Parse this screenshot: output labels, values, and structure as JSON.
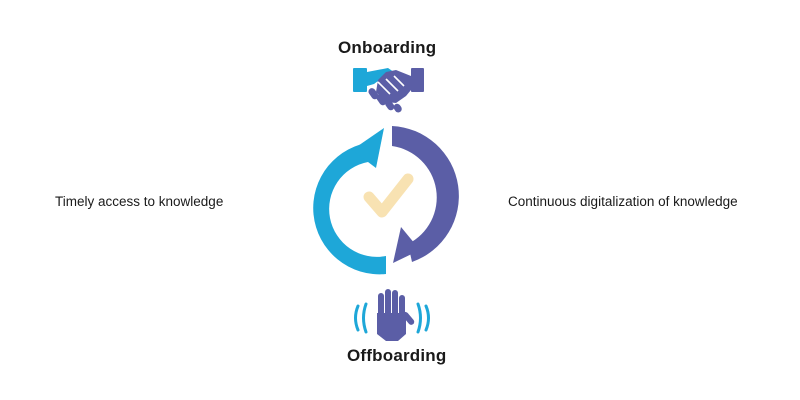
{
  "labels": {
    "top": "Onboarding",
    "bottom": "Offboarding",
    "left": "Timely access to knowledge",
    "right": "Continuous digitalization of knowledge"
  },
  "colors": {
    "cyan": "#1EA7D8",
    "purple": "#5B5EA6",
    "check": "#F8E2B2",
    "text": "#1a1a1a"
  },
  "icons": {
    "top": "handshake-icon",
    "center": "checkmark-icon",
    "bottom": "waving-hand-icon",
    "cycle": "cycle-arrows"
  }
}
